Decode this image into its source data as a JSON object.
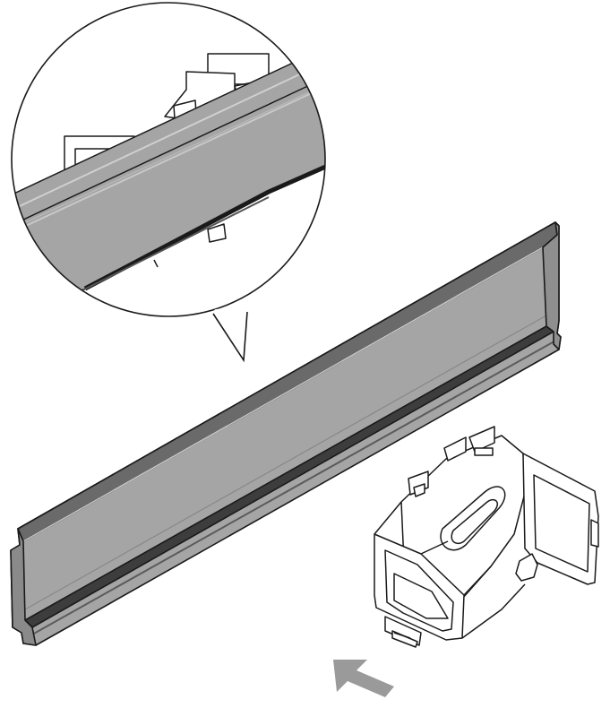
{
  "figure": {
    "description_visible_text": "",
    "colors": {
      "background": "#ffffff",
      "rail_fill": "#a5a5a5",
      "rail_dark": "#4d4d4d",
      "rail_light": "#c4c4c4",
      "outline": "#1a1a1a",
      "clip_fill": "#ffffff",
      "arrow_fill": "#9a9a9a"
    },
    "icons": {
      "callout": "magnifier-callout",
      "rail": "din-rail",
      "clip": "mounting-clip",
      "arrow": "insert-direction-arrow"
    }
  }
}
